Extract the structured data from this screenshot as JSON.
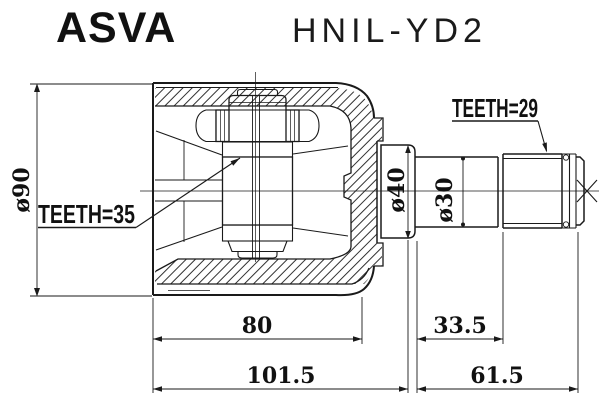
{
  "header": {
    "brand": "ASVA",
    "part_number": "HNIL-YD2"
  },
  "callouts": {
    "inner_spline": "TEETH=35",
    "outer_spline": "TEETH=29"
  },
  "dimensions": {
    "housing_outer_diameter": "ø90",
    "collar_diameter": "ø40",
    "shaft_diameter": "ø30",
    "housing_width": "80",
    "spline_section_length": "33.5",
    "body_overall_length": "101.5",
    "shaft_overall_length": "61.5"
  },
  "colors": {
    "line": "#1a1a1a",
    "background": "#ffffff"
  }
}
